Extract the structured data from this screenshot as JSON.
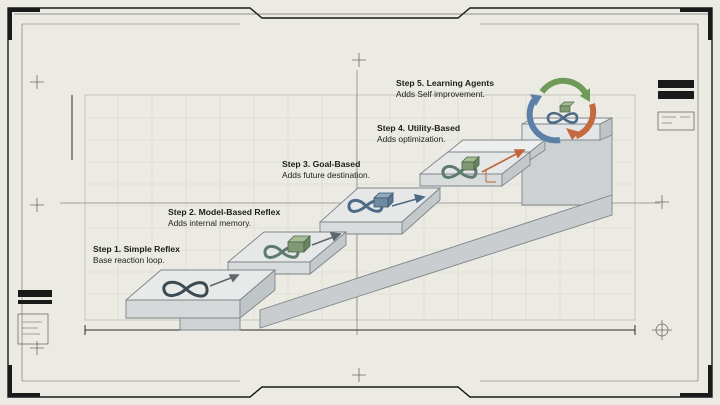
{
  "steps": [
    {
      "title": "Step 1. Simple Reflex",
      "desc": "Base reaction loop."
    },
    {
      "title": "Step 2. Model-Based Reflex",
      "desc": "Adds internal memory."
    },
    {
      "title": "Step 3. Goal-Based",
      "desc": "Adds future destination."
    },
    {
      "title": "Step 4. Utility-Based",
      "desc": "Adds optimization."
    },
    {
      "title": "Step 5. Learning Agents",
      "desc": "Adds Self improvement."
    }
  ],
  "colors": {
    "background": "#ecebe3",
    "frame": "#1a1a1a",
    "grid": "#c9c8bd",
    "block_top": "#e4e6e6",
    "block_side": "#cdd1d3",
    "infinity": "#3d4a52",
    "memory_box": "#7f9a74",
    "arrow_orange": "#c2643a",
    "cycle_green": "#6f9a5a",
    "cycle_blue": "#5b7fa6",
    "cycle_orange": "#c46a3e"
  },
  "icons": [
    "infinity-icon",
    "memory-box-icon",
    "goal-arrow-icon",
    "optimization-arrow-icon",
    "learning-cycle-icon",
    "crosshair-icon"
  ]
}
